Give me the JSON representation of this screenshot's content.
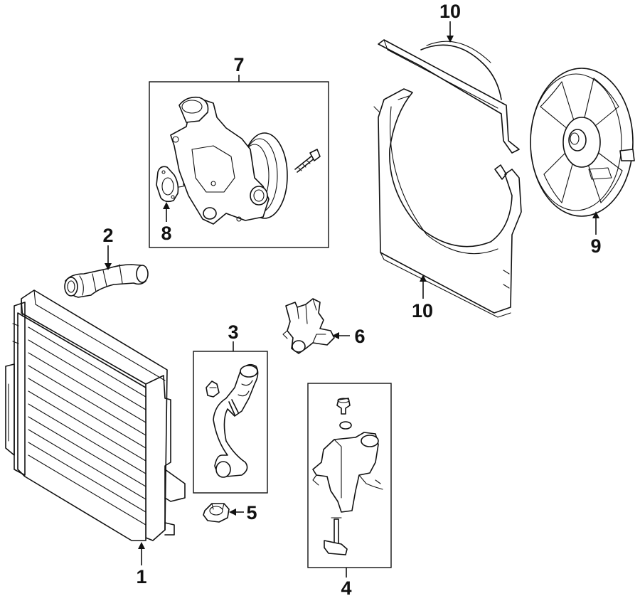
{
  "callouts": {
    "c1": "1",
    "c2": "2",
    "c3": "3",
    "c4": "4",
    "c5": "5",
    "c6": "6",
    "c7": "7",
    "c8": "8",
    "c9": "9",
    "c10a": "10",
    "c10b": "10"
  },
  "parts": [
    {
      "id": "1",
      "name": "radiator"
    },
    {
      "id": "2",
      "name": "upper hose"
    },
    {
      "id": "3",
      "name": "lower hose"
    },
    {
      "id": "4",
      "name": "reservoir"
    },
    {
      "id": "5",
      "name": "nut"
    },
    {
      "id": "6",
      "name": "thermostat"
    },
    {
      "id": "7",
      "name": "water pump"
    },
    {
      "id": "8",
      "name": "gasket"
    },
    {
      "id": "9",
      "name": "fan"
    },
    {
      "id": "10",
      "name": "shroud"
    }
  ]
}
